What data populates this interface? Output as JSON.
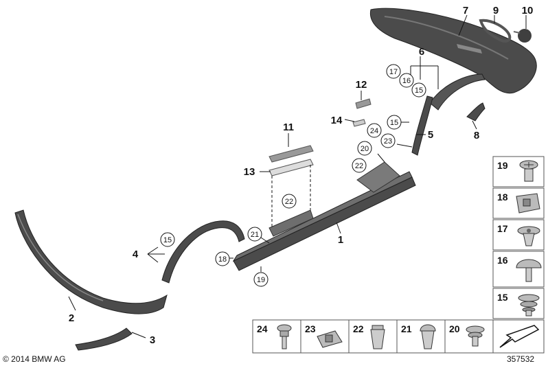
{
  "callouts": {
    "c1": "1",
    "c2": "2",
    "c3": "3",
    "c4": "4",
    "c5": "5",
    "c6": "6",
    "c7": "7",
    "c8": "8",
    "c9": "9",
    "c10": "10",
    "c11": "11",
    "c12": "12",
    "c13": "13",
    "c14": "14"
  },
  "circles": {
    "k15a": "15",
    "k15b": "15",
    "k15c": "15",
    "k16": "16",
    "k17": "17",
    "k18": "18",
    "k19": "19",
    "k20": "20",
    "k21": "21",
    "k22a": "22",
    "k22b": "22",
    "k23": "23",
    "k24": "24"
  },
  "parts_column": [
    "19",
    "18",
    "17",
    "16",
    "15"
  ],
  "parts_row": [
    "24",
    "23",
    "22",
    "21",
    "20"
  ],
  "footer": {
    "copyright": "© 2014 BMW AG",
    "diagram_number": "357532"
  },
  "colors": {
    "part_dark": "#4b4b4b",
    "part_mid": "#6e6e6e",
    "part_light": "#a9a9a9",
    "line": "#111111",
    "box_border": "#555555"
  }
}
